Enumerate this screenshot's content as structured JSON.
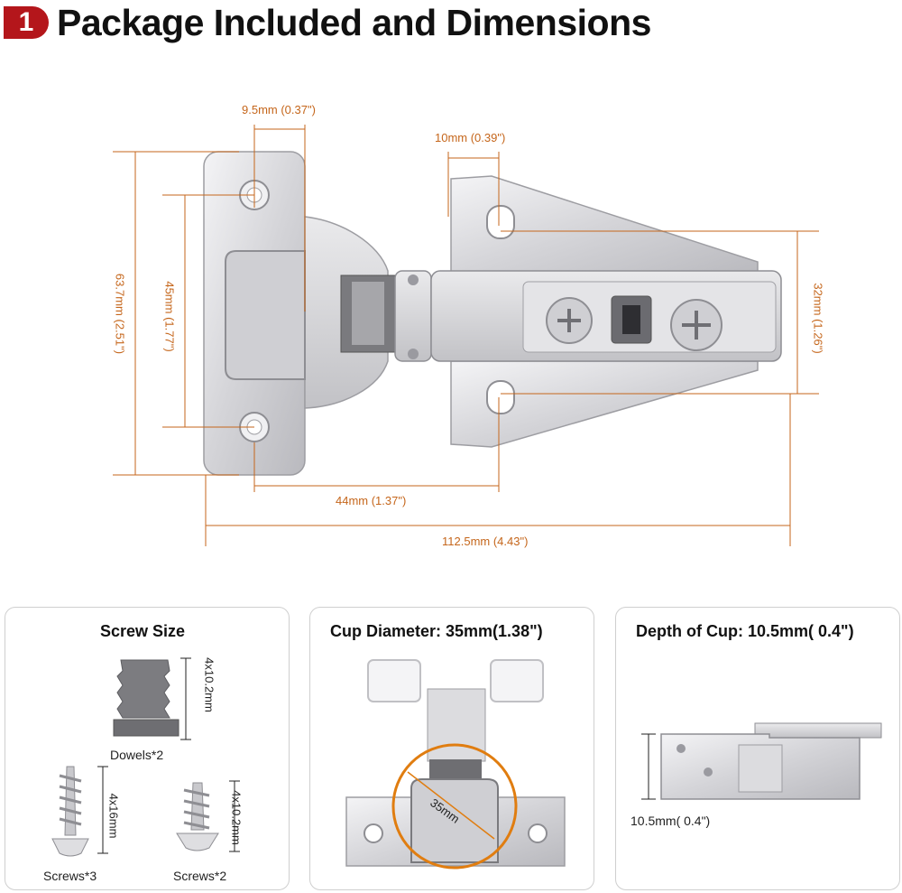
{
  "header": {
    "badge_number": "1",
    "title": "Package Included and Dimensions"
  },
  "dimensions": {
    "top_hole_offset": "9.5mm (0.37\")",
    "plate_hole_offset": "10mm (0.39\")",
    "total_height": "63.7mm (2.51\")",
    "hole_spacing": "45mm (1.77\")",
    "plate_hole_spacing": "32mm (1.26\")",
    "hole_to_plate": "44mm (1.37\")",
    "total_length": "112.5mm (4.43\")"
  },
  "panels": {
    "screw_size": {
      "title": "Screw Size",
      "dowel_size": "4x10.2mm",
      "dowel_label": "Dowels*2",
      "screw_long_size": "4x16mm",
      "screw_long_label": "Screws*3",
      "screw_short_size": "4x10.2mm",
      "screw_short_label": "Screws*2"
    },
    "cup_diameter": {
      "title": "Cup Diameter: 35mm(1.38\")",
      "circle_label": "35mm"
    },
    "cup_depth": {
      "title": "Depth of Cup: 10.5mm( 0.4\")",
      "depth_label": "10.5mm( 0.4\")"
    }
  },
  "colors": {
    "accent": "#c5661b",
    "badge": "#b4161b",
    "metal": "#d9d9db",
    "dark_metal": "#7a7a7e"
  }
}
